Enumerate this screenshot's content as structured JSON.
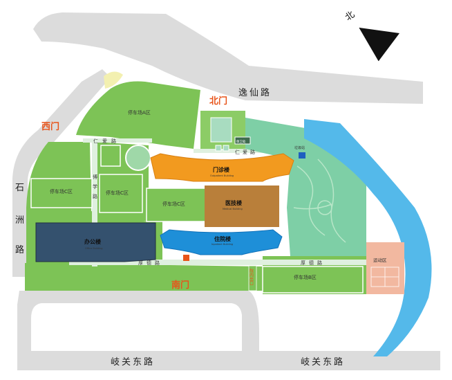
{
  "roads": {
    "yixian": "逸仙路",
    "shizhou_1": "石",
    "shizhou_2": "洲",
    "shizhou_3": "路",
    "qiguan_left": "岐关东路",
    "qiguan_right": "岐关东路",
    "renai_west": "仁爱路",
    "renai_east": "仁爱路",
    "boxue_1": "博",
    "boxue_2": "学",
    "boxue_3": "路",
    "houde_west": "厚德路",
    "houde_east": "厚德路"
  },
  "gates": {
    "north": "北门",
    "west": "西门",
    "south": "南门"
  },
  "compass": {
    "label": "北"
  },
  "parking": {
    "a": "停车场A区",
    "b": "停车场B区",
    "c1": "停车场C区",
    "c2": "停车场C区",
    "c3": "停车场C区"
  },
  "buildings": {
    "outpatient": {
      "name": "门诊楼",
      "en": "Outpatient Building"
    },
    "medtech": {
      "name": "医技楼",
      "en": "Medical Building"
    },
    "inpatient": {
      "name": "住院楼",
      "en": "Inpatient Building"
    },
    "office": {
      "name": "办公楼",
      "en": "Office Building"
    },
    "guard": "保卫处",
    "garbage": "垃圾站",
    "sports": "运动区",
    "hospital_exit": "院内出口"
  },
  "colors": {
    "road": "#dcdcdc",
    "grass": "#7dc356",
    "garden": "#7ecfa6",
    "river": "#54b9ea",
    "outpatient": "#f29a1f",
    "medtech": "#b97f3a",
    "inpatient": "#1e8fd8",
    "office": "#34516e",
    "sports": "#f2b8a0",
    "gate_text": "#e8541a"
  }
}
